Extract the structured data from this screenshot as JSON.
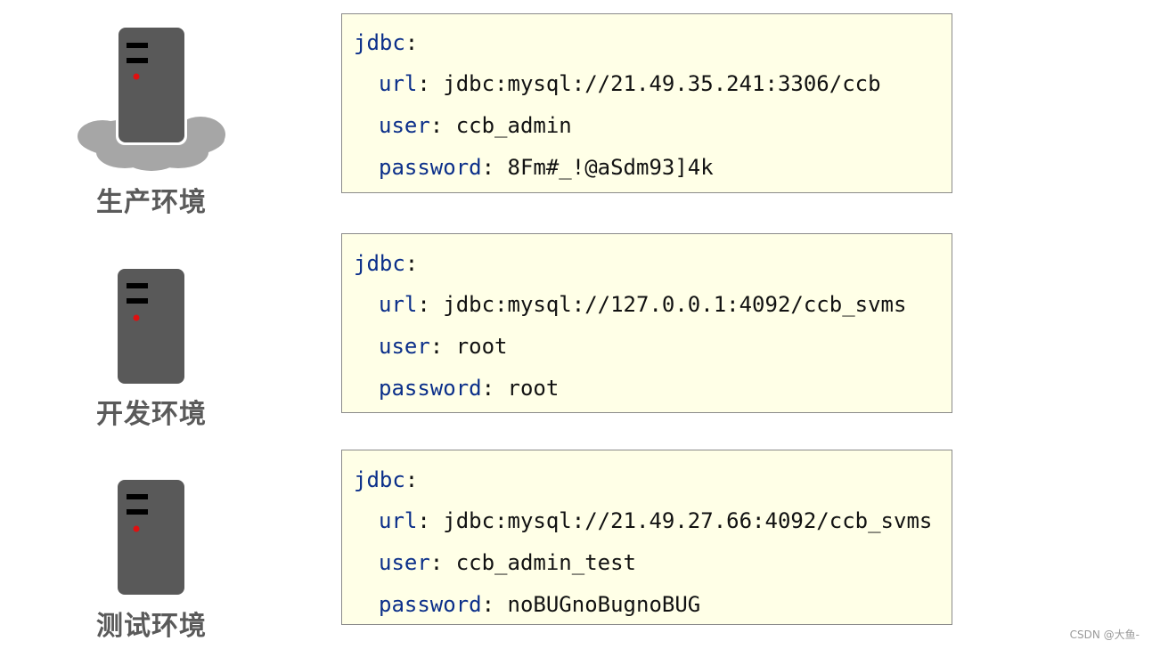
{
  "environments": [
    {
      "label": "生产环境",
      "cloud": true,
      "config": {
        "root_key": "jdbc",
        "entries": [
          {
            "key": "url",
            "value": "jdbc:mysql://21.49.35.241:3306/ccb"
          },
          {
            "key": "user",
            "value": "ccb_admin"
          },
          {
            "key": "password",
            "value": "8Fm#_!@aSdm93]4k"
          }
        ]
      }
    },
    {
      "label": "开发环境",
      "cloud": false,
      "config": {
        "root_key": "jdbc",
        "entries": [
          {
            "key": "url",
            "value": "jdbc:mysql://127.0.0.1:4092/ccb_svms"
          },
          {
            "key": "user",
            "value": "root"
          },
          {
            "key": "password",
            "value": "root"
          }
        ]
      }
    },
    {
      "label": "测试环境",
      "cloud": false,
      "config": {
        "root_key": "jdbc",
        "entries": [
          {
            "key": "url",
            "value": "jdbc:mysql://21.49.27.66:4092/ccb_svms"
          },
          {
            "key": "user",
            "value": "ccb_admin_test"
          },
          {
            "key": "password",
            "value": "noBUGnoBugnoBUG"
          }
        ]
      }
    }
  ],
  "colors": {
    "key": "#0b2f8a",
    "value": "#111111",
    "box_bg": "#ffffe7",
    "server": "#595959",
    "led": "#e01010",
    "cloud": "#a6a6a6"
  },
  "watermark": "CSDN @大鱼-"
}
